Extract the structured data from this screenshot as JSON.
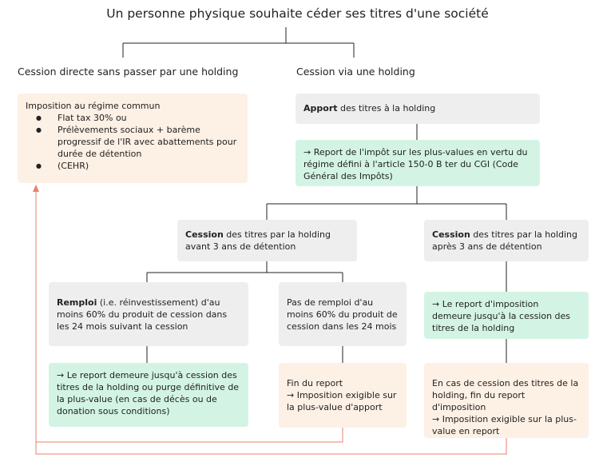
{
  "title": "Un personne physique souhaite céder ses titres d'une société",
  "branches": {
    "left": "Cession directe sans passer par une holding",
    "right": "Cession via une holding"
  },
  "regime_commun": {
    "intro": "Imposition au régime commun",
    "items": [
      "Flat tax 30% ou",
      "Prélèvements sociaux + barème progressif de l'IR avec abattements pour durée de détention",
      "(CEHR)"
    ]
  },
  "apport": {
    "bold": "Apport",
    "rest": " des titres à la holding"
  },
  "report_plus_values": "→ Report de l'impôt sur les plus-values en vertu du régime défini à l'article 150-0 B ter du CGI (Code Général des Impôts)",
  "cession_avant": {
    "bold": "Cession",
    "rest": " des titres par la holding avant 3 ans de détention"
  },
  "cession_apres": {
    "bold": "Cession",
    "rest": " des titres par la holding après 3 ans de détention"
  },
  "remploi": {
    "bold": "Remploi",
    "rest": " (i.e. réinvestissement) d'au moins 60% du produit de cession dans les 24 mois suivant la cession"
  },
  "pas_remploi": "Pas de remploi d'au moins 60% du produit de cession dans les 24 mois",
  "report_demeure_remploi": "→ Le report demeure jusqu'à cession des titres de la holding ou purge définitive de la plus-value (en cas de décès ou de donation sous conditions)",
  "fin_report": {
    "line1": "Fin du report",
    "line2": "→ Imposition exigible sur la plus-value d'apport"
  },
  "report_demeure_apres": "→ Le report d'imposition demeure jusqu'à la cession des titres de la holding",
  "cession_holding_fin": {
    "line1": "En cas de cession des titres de la holding, fin du report d'imposition",
    "line2": "→ Imposition exigible sur la plus-value en report"
  },
  "colors": {
    "gray": "#eeeeee",
    "green": "#d3f4e4",
    "peach": "#fdf0e5",
    "connector": "#222222",
    "return_arrow": "#e8826e"
  }
}
